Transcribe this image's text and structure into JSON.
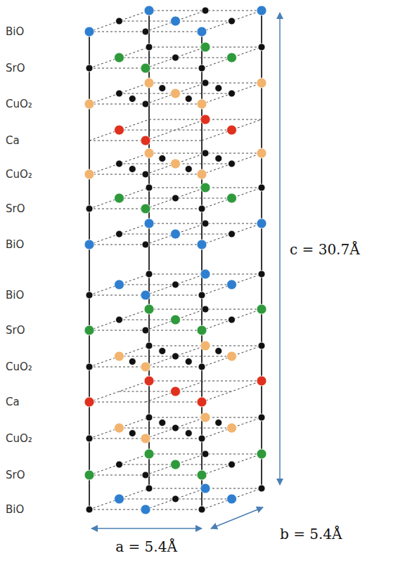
{
  "diagram": {
    "labels": [
      "BiO",
      "SrO",
      "CuO₂",
      "Ca",
      "CuO₂",
      "SrO",
      "BiO",
      "BiO",
      "SrO",
      "CuO₂",
      "Ca",
      "CuO₂",
      "SrO",
      "BiO",
      "c = 30.7Å",
      "a = 5.4Å",
      "b = 5.4Å"
    ]
  }
}
